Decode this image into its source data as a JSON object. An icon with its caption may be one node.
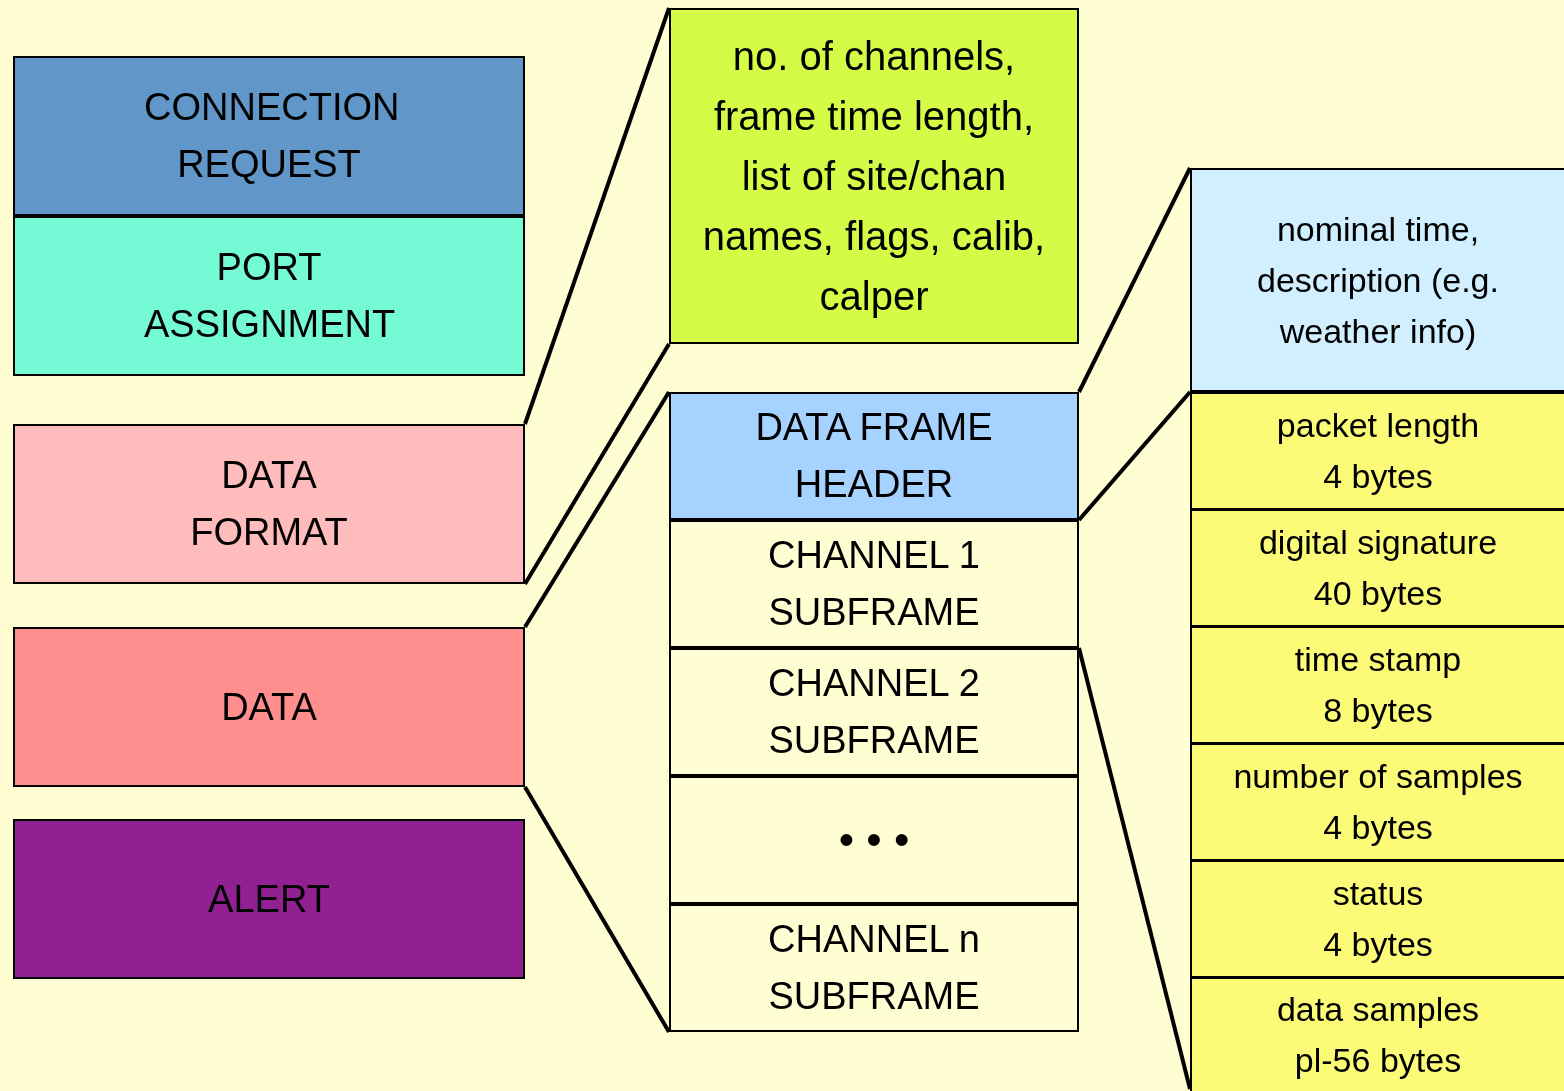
{
  "diagram": {
    "nodes": [
      {
        "text": [
          "CONNECTION REQUEST"
        ]
      },
      {
        "text": [
          "PORT ASSIGNMENT"
        ]
      },
      {
        "text": [
          "DATA FORMAT"
        ]
      },
      {
        "text": [
          "DATA"
        ]
      },
      {
        "text": [
          "ALERT"
        ]
      },
      {
        "text": [
          "no. of channels, frame time length, list of site/chan names, flags, calib, calper"
        ]
      },
      {
        "text": [
          "DATA FRAME HEADER"
        ]
      },
      {
        "text": [
          "CHANNEL 1 SUBFRAME"
        ]
      },
      {
        "text": [
          "CHANNEL 2 SUBFRAME"
        ]
      },
      {
        "text": [
          "• • •"
        ]
      },
      {
        "text": [
          "CHANNEL n SUBFRAME"
        ]
      },
      {
        "text": [
          "nominal time, description (e.g. weather info)"
        ]
      },
      {
        "text": [
          "packet length",
          "4 bytes"
        ]
      },
      {
        "text": [
          "digital signature",
          "40 bytes"
        ]
      },
      {
        "text": [
          "time stamp",
          "8 bytes"
        ]
      },
      {
        "text": [
          "number of samples",
          "4 bytes"
        ]
      },
      {
        "text": [
          "status",
          "4 bytes"
        ]
      },
      {
        "text": [
          "data samples",
          "pl-56 bytes"
        ]
      }
    ],
    "edges": [
      {
        "from": 2,
        "to": 5,
        "arrow": "none"
      },
      {
        "from": 2,
        "to": 5,
        "arrow": "none"
      },
      {
        "from": 3,
        "to": 6,
        "arrow": "none"
      },
      {
        "from": 3,
        "to": 10,
        "arrow": "none"
      },
      {
        "from": 6,
        "to": 11,
        "arrow": "none"
      },
      {
        "from": 7,
        "to": 12,
        "arrow": "none"
      },
      {
        "from": 7,
        "to": 17,
        "arrow": "none"
      }
    ]
  }
}
